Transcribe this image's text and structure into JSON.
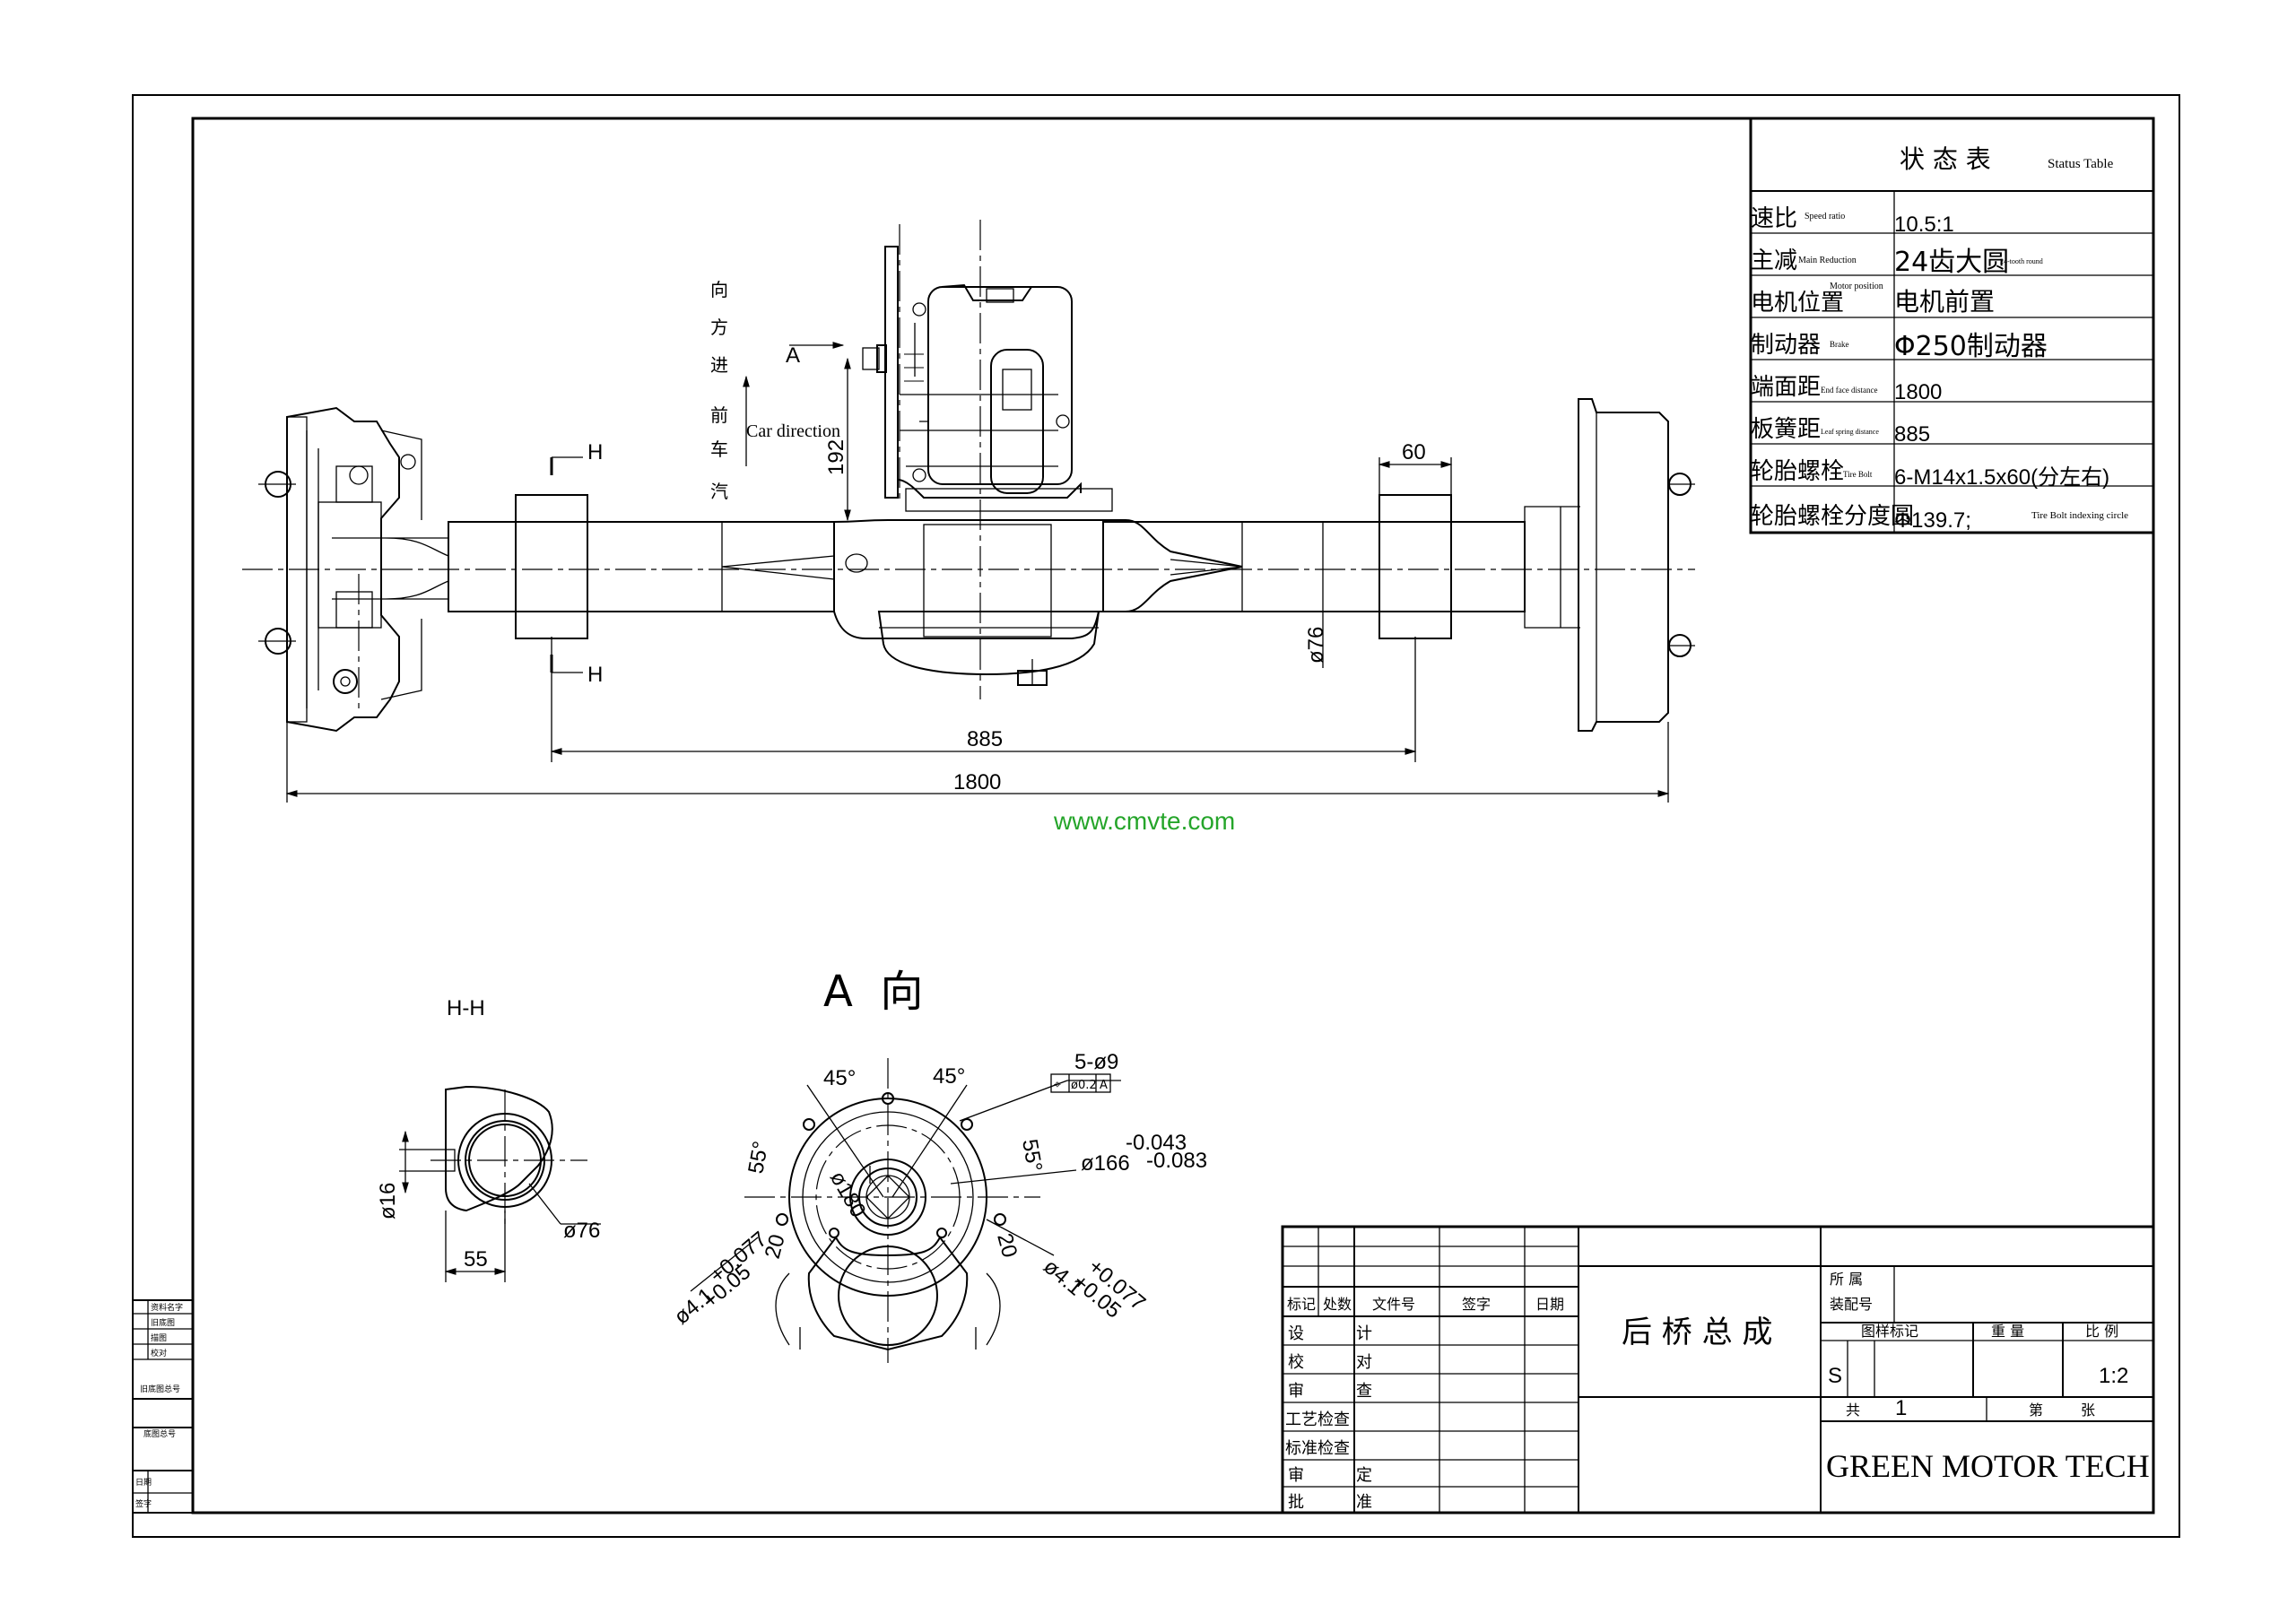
{
  "main_drawing": {
    "label_direction_cn": "向方进前车汽",
    "label_car_direction": "Car direction",
    "label_view_a": "A",
    "section_mark_h_top": "H",
    "section_mark_h_bottom": "H",
    "dim_192": "192",
    "dim_60": "60",
    "dim_phi76": "ø76",
    "dim_885": "885",
    "dim_1800": "1800"
  },
  "watermark": "www.cmvte.com",
  "section_hh": {
    "title": "H-H",
    "dim_phi16": "ø16",
    "dim_55": "55",
    "dim_phi76": "ø76"
  },
  "view_a": {
    "title": "A  向",
    "angle_45_left": "45°",
    "angle_45_right": "45°",
    "angle_55_left": "55°",
    "angle_55_right": "55°",
    "holes": "5-ø9",
    "tolerance_frame": [
      "⌖",
      "ø0.2",
      "A"
    ],
    "dim_phi180": "ø180",
    "dim_phi166": "ø166",
    "dim_phi166_tol_upper": "-0.043",
    "dim_phi166_tol_lower": "-0.083",
    "dim_20_left": "20",
    "dim_20_right": "20",
    "dim_phi41_left": "ø4.1",
    "dim_phi41_right": "ø4.1",
    "tol_upper": "+0.077",
    "tol_lower": "+0.05"
  },
  "status_table": {
    "title_cn": "状 态 表",
    "title_en": "Status Table",
    "rows": [
      {
        "label_cn": "速比",
        "label_en": "Speed ratio",
        "value": "10.5:1",
        "value_note": ""
      },
      {
        "label_cn": "主减",
        "label_en": "Main Reduction",
        "value": "24齿大圆",
        "value_note": "24-tooth round"
      },
      {
        "label_cn": "电机位置",
        "label_en": "Motor position",
        "value": "电机前置",
        "value_note": ""
      },
      {
        "label_cn": "制动器",
        "label_en": "Brake",
        "value": "Φ250制动器",
        "value_note": ""
      },
      {
        "label_cn": "端面距",
        "label_en": "End face distance",
        "value": "1800",
        "value_note": ""
      },
      {
        "label_cn": "板簧距",
        "label_en": "Leaf spring distance",
        "value": "885",
        "value_note": ""
      },
      {
        "label_cn": "轮胎螺栓",
        "label_en": "Tire Bolt",
        "value": "6-M14x1.5x60(分左右)",
        "value_note": ""
      },
      {
        "label_cn": "轮胎螺栓分度圆",
        "label_en": "",
        "value": "Φ139.7;",
        "value_note": "Tire Bolt indexing circle"
      }
    ]
  },
  "title_block": {
    "header_labels": [
      "标记",
      "处数",
      "文件号",
      "签字",
      "日期"
    ],
    "sign_rows": [
      {
        "a": "设",
        "b": "计"
      },
      {
        "a": "校",
        "b": "对"
      },
      {
        "a": "审",
        "b": "查"
      },
      {
        "a": "工艺检查",
        "b": ""
      },
      {
        "a": "标准检查",
        "b": ""
      },
      {
        "a": "审",
        "b": "定"
      },
      {
        "a": "批",
        "b": "准"
      }
    ],
    "drawing_name": "后 桥 总 成",
    "belongs_label": "所 属",
    "assembly_no_label": "装配号",
    "stage_label": "图样标记",
    "weight_label": "重 量",
    "scale_label": "比 例",
    "stage_value": "S",
    "scale_value": "1:2",
    "total_label": "共",
    "total_value": "1",
    "sheet_label": "第",
    "sheet_unit": "张",
    "company": "GREEN MOTOR TECH"
  },
  "side_stamp": {
    "labels": [
      "资料名字",
      "旧底图",
      "描图",
      "校对",
      "旧底图总号",
      "底图总号",
      "日期",
      "签字"
    ]
  }
}
